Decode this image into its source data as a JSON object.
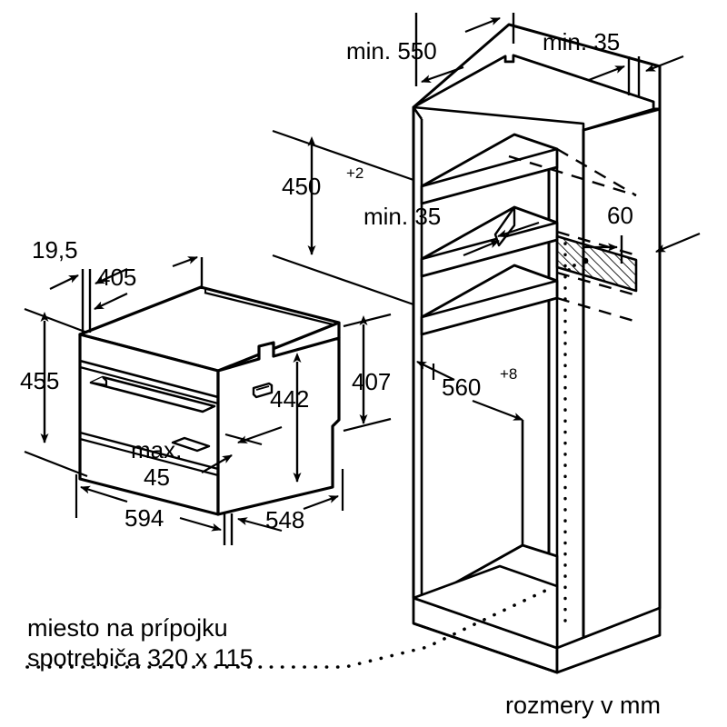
{
  "drawing": {
    "title_note": "rozmery v mm",
    "connection_note_line1": "miesto na prípojku",
    "connection_note_line2": "spotrebiča 320 x 115",
    "units": "mm",
    "line_color": "#000000",
    "background_color": "#ffffff"
  },
  "appliance": {
    "name": "compact-oven",
    "dimensions": {
      "front_overhang": "19,5",
      "top_depth": "405",
      "front_height": "455",
      "body_height": "442",
      "side_height": "407",
      "front_width": "594",
      "side_depth": "548",
      "max_gap_label": "max.",
      "max_gap_value": "45"
    }
  },
  "cabinet": {
    "name": "installation-niche",
    "dimensions": {
      "niche_depth": "min. 550",
      "top_clearance": "min. 35",
      "niche_height_base": "450",
      "niche_height_tol": "+2",
      "shelf_clearance": "min. 35",
      "rear_cutout": "60",
      "niche_width_base": "560",
      "niche_width_tol": "+8"
    }
  },
  "labels": {
    "d_195": "19,5",
    "d_405": "405",
    "d_455": "455",
    "d_442": "442",
    "d_407": "407",
    "d_594": "594",
    "d_548": "548",
    "d_max": "max.",
    "d_45": "45",
    "d_min550": "min. 550",
    "d_min35_top": "min. 35",
    "d_450": "450",
    "d_450_sup": "+2",
    "d_min35_mid": "min. 35",
    "d_60": "60",
    "d_560": "560",
    "d_560_sup": "+8",
    "note1": "miesto na prípojku",
    "note2": "spotrebiča 320 x 115",
    "note3": "rozmery v mm"
  }
}
